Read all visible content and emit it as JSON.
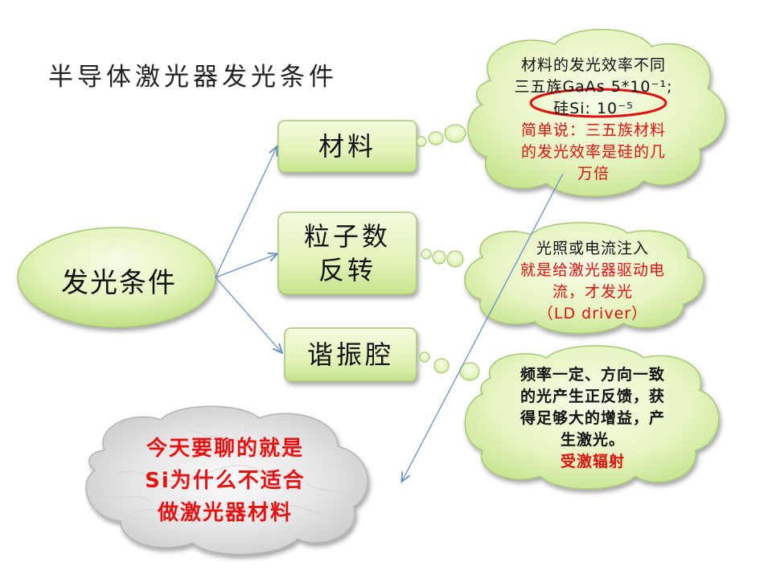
{
  "title": "半导体激光器发光条件",
  "root_node": "发光条件",
  "boxes": {
    "material": "材料",
    "inversion_line1": "粒子数",
    "inversion_line2": "反转",
    "cavity": "谐振腔"
  },
  "cloud_material": {
    "line1": "材料的发光效率不同",
    "line2": "三五族GaAs 5*10⁻¹;",
    "line3": "硅Si: 10⁻⁵",
    "red_line1": "简单说：三五族材料",
    "red_line2": "的发光效率是硅的几",
    "red_line3": "万倍"
  },
  "cloud_inversion": {
    "line1": "光照或电流注入",
    "red_line1": "就是给激光器驱动电",
    "red_line2": "流，才发光",
    "red_line3": "（LD driver）"
  },
  "cloud_cavity": {
    "line1": "频率一定、方向一致",
    "line2": "的光产生正反馈，获",
    "line3": "得足够大的增益，产",
    "line4": "生激光。",
    "red_line1": "受激辐射"
  },
  "cloud_conclusion": {
    "line1": "今天要聊的就是",
    "line2": "Si为什么不适合",
    "line3": "做激光器材料"
  },
  "colors": {
    "node_fill_light": "#f2fbd9",
    "node_fill_dark": "#c6e58a",
    "node_stroke": "#a8c878",
    "arrow": "#6a8ec8",
    "highlight_ellipse": "#e01010",
    "red_text": "#e01010",
    "marble_base": "#e8e8e8"
  }
}
